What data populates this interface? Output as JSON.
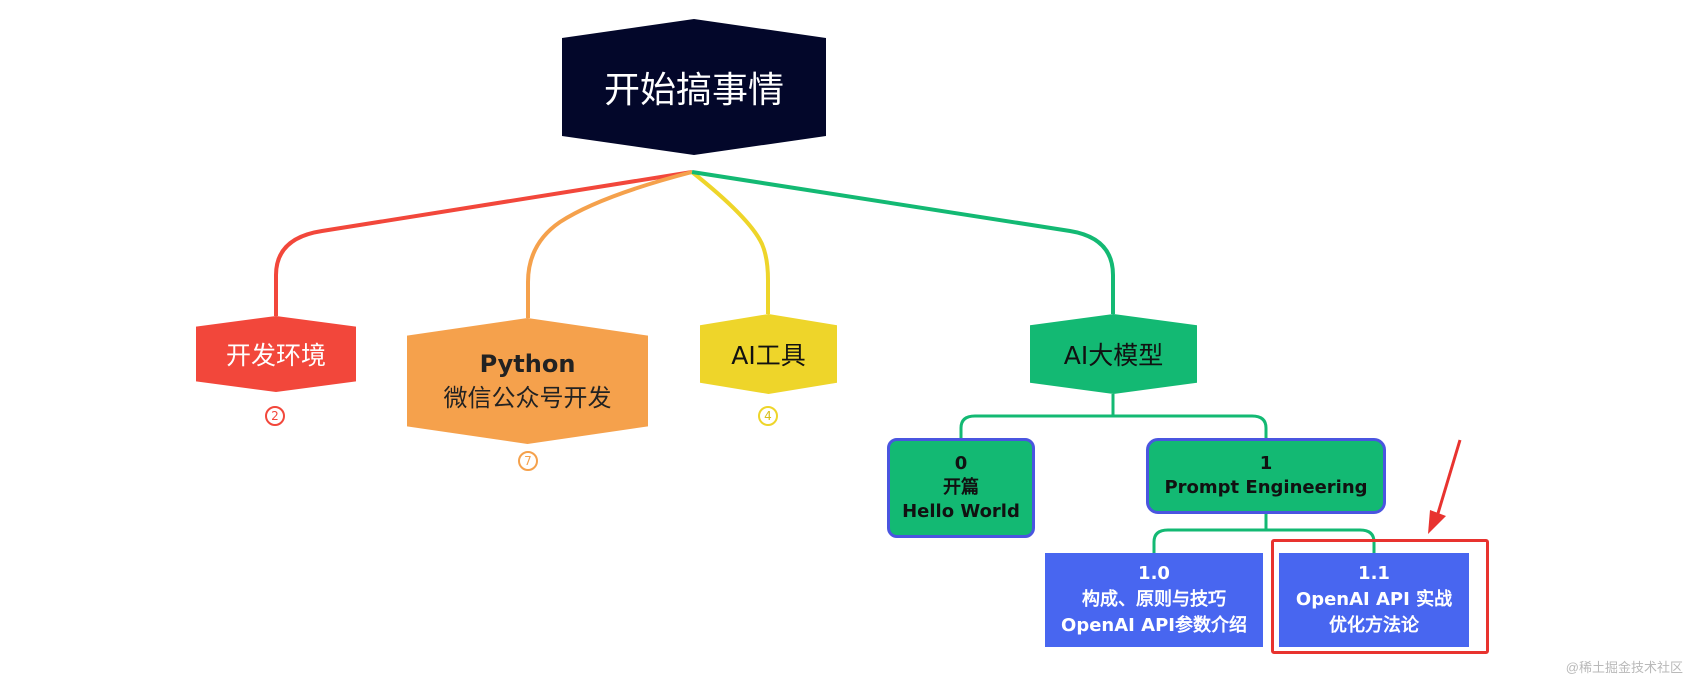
{
  "root": {
    "label": "开始搞事情"
  },
  "branches": [
    {
      "id": "env",
      "label": "开发环境",
      "badge": "2",
      "color": "#f2473b"
    },
    {
      "id": "py",
      "line1": "Python",
      "line2": "微信公众号开发",
      "badge": "7",
      "color": "#f5a14c"
    },
    {
      "id": "tool",
      "label": "AI工具",
      "badge": "4",
      "color": "#eed52a"
    },
    {
      "id": "ai",
      "label": "AI大模型",
      "color": "#13b973"
    }
  ],
  "ai_children": {
    "hello": {
      "line1": "0",
      "line2": "开篇",
      "line3": "Hello World"
    },
    "prompt": {
      "line1": "1",
      "line2": "Prompt Engineering"
    }
  },
  "prompt_children": {
    "c10": {
      "line1": "1.0",
      "line2": "构成、原则与技巧",
      "line3": "OpenAI API参数介绍"
    },
    "c11": {
      "line1": "1.1",
      "line2": "OpenAI API 实战",
      "line3": "优化方法论"
    }
  },
  "highlight_color": "#e8332f",
  "watermark": "@稀土掘金技术社区"
}
